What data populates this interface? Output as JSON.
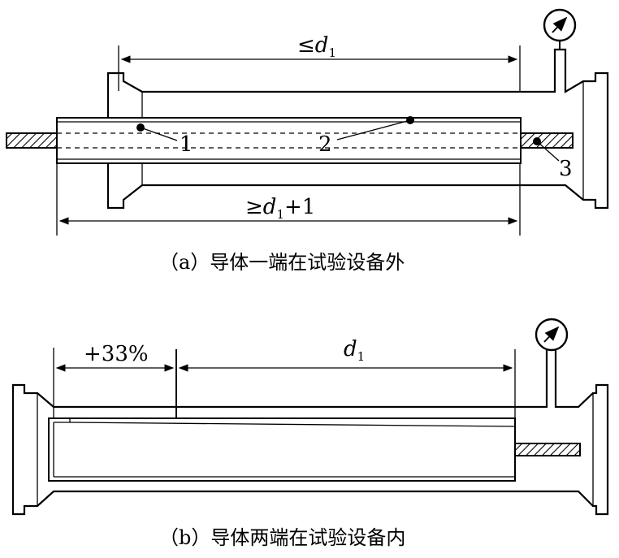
{
  "diagram_a": {
    "top_dim": {
      "prefix": "≤",
      "var": "d",
      "sub": "1"
    },
    "bottom_dim": {
      "prefix": "≥",
      "var": "d",
      "sub": "1",
      "suffix": "+1"
    },
    "callouts": [
      "1",
      "2",
      "3"
    ],
    "caption": "（a）导体一端在试验设备外"
  },
  "diagram_b": {
    "left_dim": "+33%",
    "right_dim": {
      "var": "d",
      "sub": "1"
    },
    "caption": "（b）导体两端在试验设备内"
  },
  "icons": {
    "gauge": "pressure-gauge-icon"
  }
}
